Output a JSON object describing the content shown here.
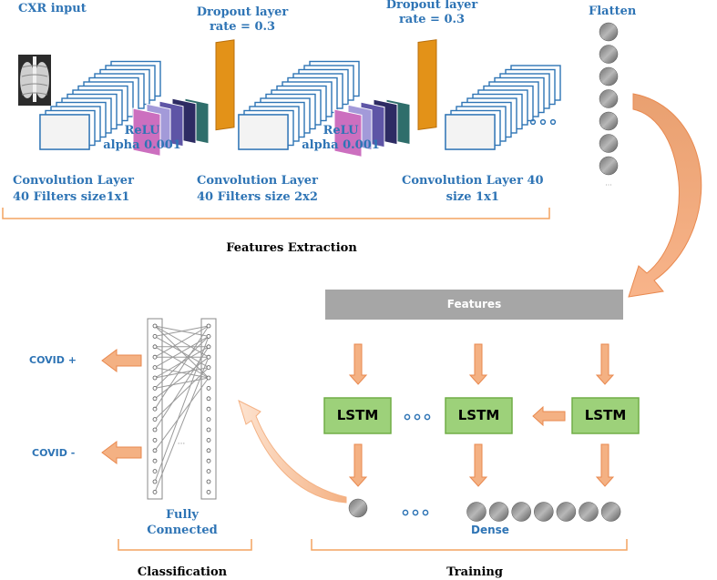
{
  "labels": {
    "cxr_input": "CXR input",
    "dropout1": [
      "Dropout layer",
      "rate = 0.3"
    ],
    "dropout2": [
      "Dropout layer",
      "rate = 0.3"
    ],
    "relu1": [
      "ReLU",
      "alpha 0.001"
    ],
    "relu2": [
      "ReLU",
      "alpha 0.001"
    ],
    "conv1": [
      "Convolution Layer",
      "40 Filters size1x1"
    ],
    "conv2": [
      "Convolution Layer",
      "40 Filters size 2x2"
    ],
    "conv3": [
      "Convolution Layer 40",
      "size 1x1"
    ],
    "flatten": "Flatten",
    "features_extraction": "Features Extraction",
    "features": "Features",
    "lstm": "LSTM",
    "dots": "◦◦◦",
    "dense": "Dense",
    "fully_connected": [
      "Fully",
      "Connected"
    ],
    "covid_pos": "COVID +",
    "covid_neg": "COVID -",
    "classification": "Classification",
    "training": "Training"
  },
  "colors": {
    "label_blue": "#2e74b5",
    "arrow_orange": "#f4b183",
    "arrow_stroke": "#e9894f",
    "lstm_fill": "#9dd17a",
    "lstm_stroke": "#70ad47",
    "features_bar": "#a6a6a6",
    "dropout_bar": "#e39218"
  }
}
